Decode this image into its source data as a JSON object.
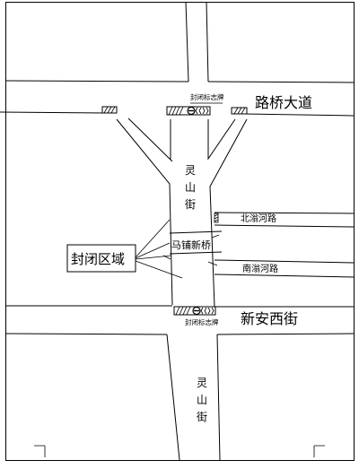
{
  "roads": {
    "luqiao_avenue": "路桥大道",
    "xinan_west_street": "新安西街",
    "lingshan_street_north": "灵山街",
    "lingshan_street_south": "灵山街",
    "beiyong_river_road": "北滃河路",
    "nanyong_river_road": "南滃河路"
  },
  "bridge": {
    "label": "马铺新桥"
  },
  "closed_area": {
    "label": "封闭区域"
  },
  "signs": {
    "north_label": "封闭标志牌",
    "south_label": "封闭标志牌"
  }
}
